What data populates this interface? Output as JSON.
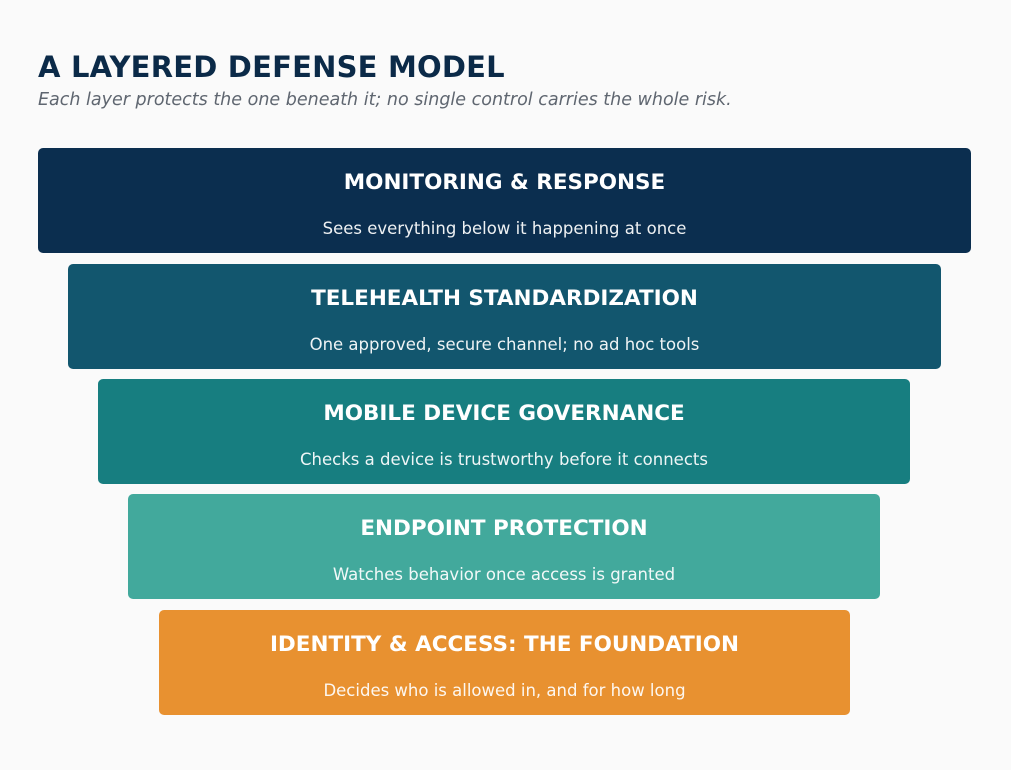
{
  "title": "A LAYERED DEFENSE MODEL",
  "subtitle": "Each layer protects the one beneath it; no single control carries the whole risk.",
  "layers": [
    {
      "title": "MONITORING & RESPONSE",
      "description": "Sees everything below it happening at once",
      "color": "#0b2e4f"
    },
    {
      "title": "TELEHEALTH STANDARDIZATION",
      "description": "One approved, secure channel; no ad hoc tools",
      "color": "#12566e"
    },
    {
      "title": "MOBILE DEVICE GOVERNANCE",
      "description": "Checks a device is trustworthy before it connects",
      "color": "#177e80"
    },
    {
      "title": "ENDPOINT PROTECTION",
      "description": "Watches behavior once access is granted",
      "color": "#42a99c"
    },
    {
      "title": "IDENTITY & ACCESS: THE FOUNDATION",
      "description": "Decides who is allowed in, and for how long",
      "color": "#e89130"
    }
  ]
}
